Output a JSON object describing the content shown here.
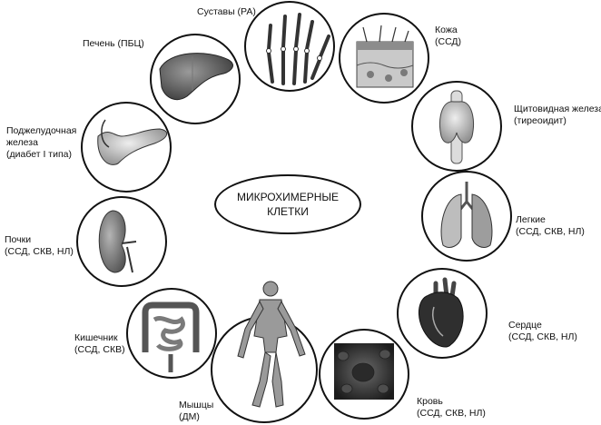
{
  "center": {
    "line1": "МИКРОХИМЕРНЫЕ",
    "line2": "КЛЕТКИ"
  },
  "organs": [
    {
      "lines": [
        "Суставы (РА)"
      ]
    },
    {
      "lines": [
        "Кожа",
        "(ССД)"
      ]
    },
    {
      "lines": [
        "Щитовидная железа",
        "(тиреоидит)"
      ]
    },
    {
      "lines": [
        "Легкие",
        "(ССД, СКВ, НЛ)"
      ]
    },
    {
      "lines": [
        "Сердце",
        "(ССД, СКВ, НЛ)"
      ]
    },
    {
      "lines": [
        "Кровь",
        "(ССД, СКВ, НЛ)"
      ]
    },
    {
      "lines": [
        "Мышцы",
        "(ДМ)"
      ]
    },
    {
      "lines": [
        "Кишечник",
        "(ССД, СКВ)"
      ]
    },
    {
      "lines": [
        "Почки",
        "(ССД, СКВ, НЛ)"
      ]
    },
    {
      "lines": [
        "Поджелудочная",
        "железа",
        "(диабет I типа)"
      ]
    },
    {
      "lines": [
        "Печень (ПБЦ)"
      ]
    }
  ]
}
